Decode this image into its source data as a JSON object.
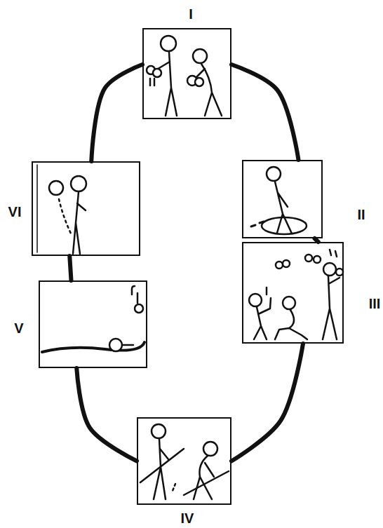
{
  "diagram": {
    "nodes": [
      {
        "text": [
          "I"
        ]
      },
      {
        "text": [
          "II"
        ]
      },
      {
        "text": [
          "III"
        ]
      },
      {
        "text": [
          "IV"
        ]
      },
      {
        "text": [
          "V"
        ]
      },
      {
        "text": [
          "VI"
        ]
      }
    ],
    "edges": [
      {
        "from": 0,
        "to": 1,
        "arrow": "none"
      },
      {
        "from": 1,
        "to": 2,
        "arrow": "none"
      },
      {
        "from": 2,
        "to": 3,
        "arrow": "none"
      },
      {
        "from": 3,
        "to": 4,
        "arrow": "none"
      },
      {
        "from": 4,
        "to": 5,
        "arrow": "none"
      },
      {
        "from": 5,
        "to": 0,
        "arrow": "none"
      }
    ]
  }
}
